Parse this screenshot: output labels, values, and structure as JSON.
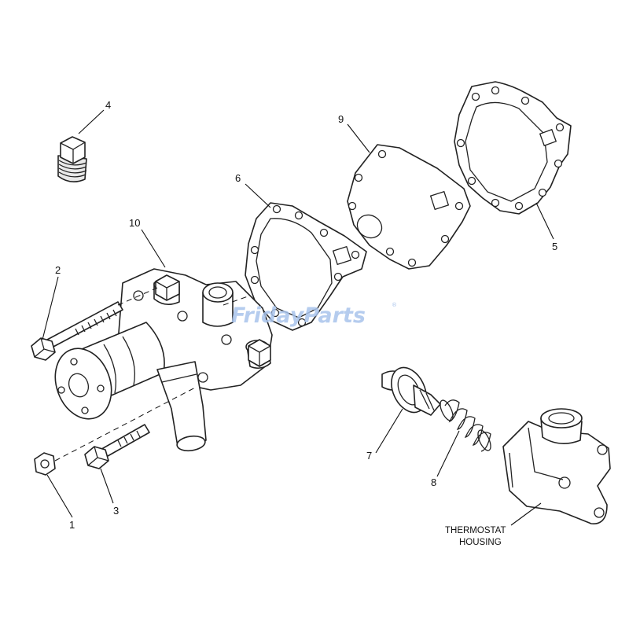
{
  "callouts": {
    "c1": "1",
    "c2": "2",
    "c3": "3",
    "c4": "4",
    "c5": "5",
    "c6": "6",
    "c7": "7",
    "c8": "8",
    "c9": "9",
    "c10": "10"
  },
  "labels": {
    "thermostat_line1": "THERMOSTAT",
    "thermostat_line2": "HOUSING"
  },
  "watermark": {
    "text": "FridayParts",
    "registered": "®",
    "color": "#a9c4ec"
  }
}
